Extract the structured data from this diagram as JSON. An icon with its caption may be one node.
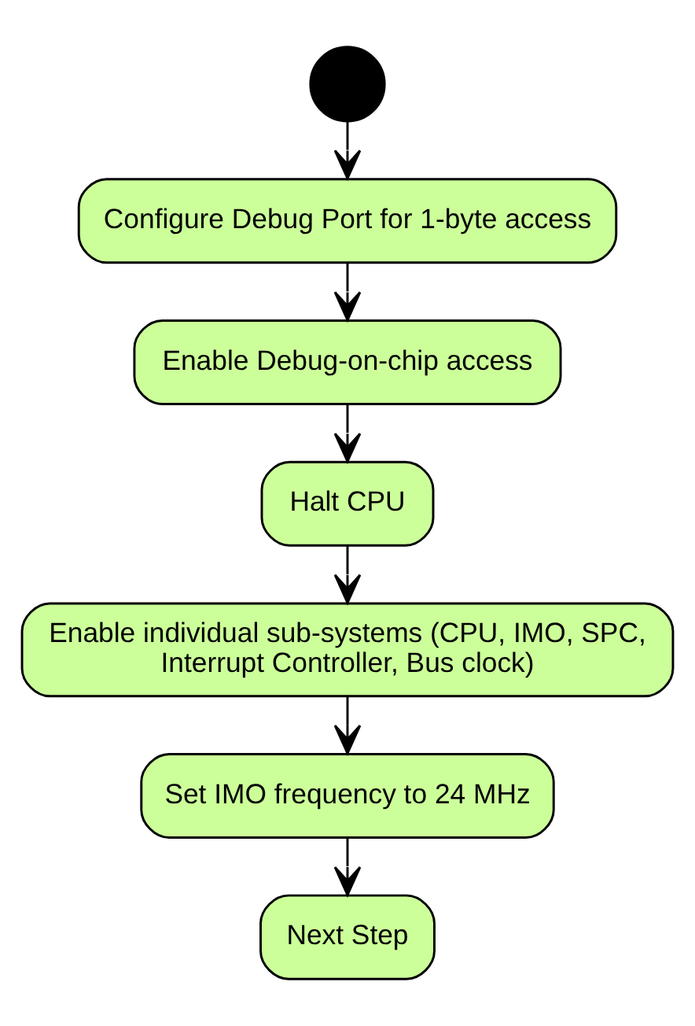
{
  "diagram": {
    "nodes": [
      {
        "text": [],
        "shape": "circle"
      },
      {
        "text": [
          "Configure Debug Port for 1-byte access"
        ]
      },
      {
        "text": [
          "Enable Debug-on-chip access"
        ]
      },
      {
        "text": [
          "Halt CPU"
        ]
      },
      {
        "text": [
          "Enable individual sub-systems (CPU, IMO, SPC, Interrupt Controller, Bus clock)"
        ]
      },
      {
        "text": [
          "Set IMO frequency to 24 MHz"
        ]
      },
      {
        "text": [
          "Next Step"
        ]
      }
    ],
    "edges": [
      {
        "from": 0,
        "to": 1,
        "arrow": "to"
      },
      {
        "from": 1,
        "to": 2,
        "arrow": "to"
      },
      {
        "from": 2,
        "to": 3,
        "arrow": "to"
      },
      {
        "from": 3,
        "to": 4,
        "arrow": "to"
      },
      {
        "from": 4,
        "to": 5,
        "arrow": "to"
      },
      {
        "from": 5,
        "to": 6,
        "arrow": "to"
      }
    ]
  }
}
